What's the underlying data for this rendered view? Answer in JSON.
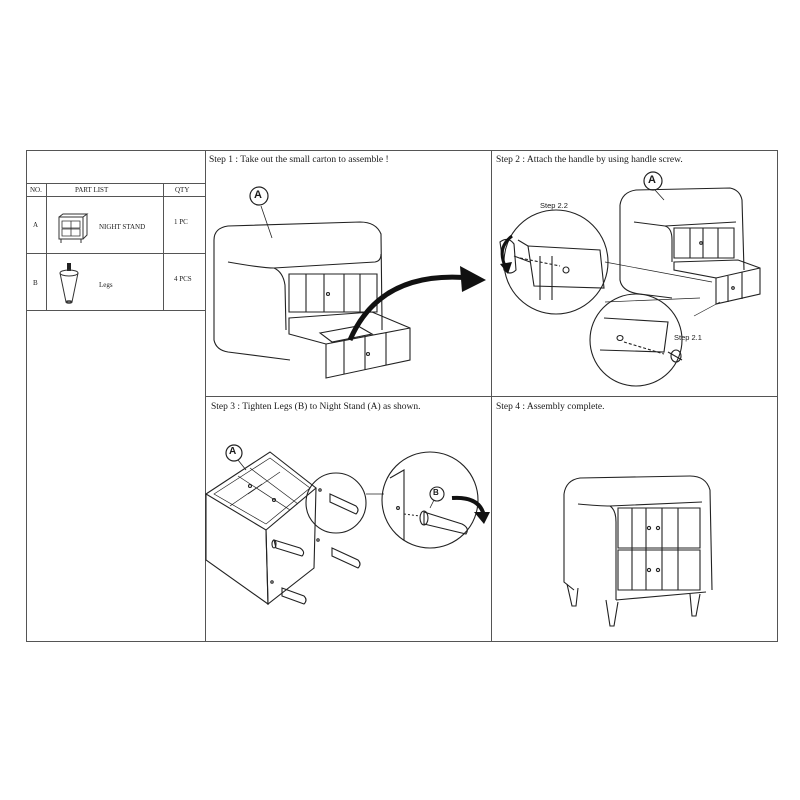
{
  "parts_table": {
    "headers": {
      "no": "NO.",
      "part": "PART LIST",
      "qty": "QTY"
    },
    "rows": [
      {
        "no": "A",
        "name": "NIGHT STAND",
        "qty": "1  PC",
        "icon": "night-stand-icon"
      },
      {
        "no": "B",
        "name": "Legs",
        "qty": "4  PCS",
        "icon": "leg-icon"
      }
    ]
  },
  "steps": {
    "step1": {
      "title": "Step 1 : Take out the small carton to assemble !",
      "callout": "A"
    },
    "step2": {
      "title": "Step 2 : Attach the handle by using handle screw.",
      "callout": "A",
      "sub1": "Step 2.2",
      "sub2": "Step 2.1"
    },
    "step3": {
      "title": "Step 3 : Tighten Legs (B) to Night Stand (A) as shown.",
      "callout_a": "A",
      "callout_b": "B"
    },
    "step4": {
      "title": "Step 4 : Assembly complete."
    }
  }
}
